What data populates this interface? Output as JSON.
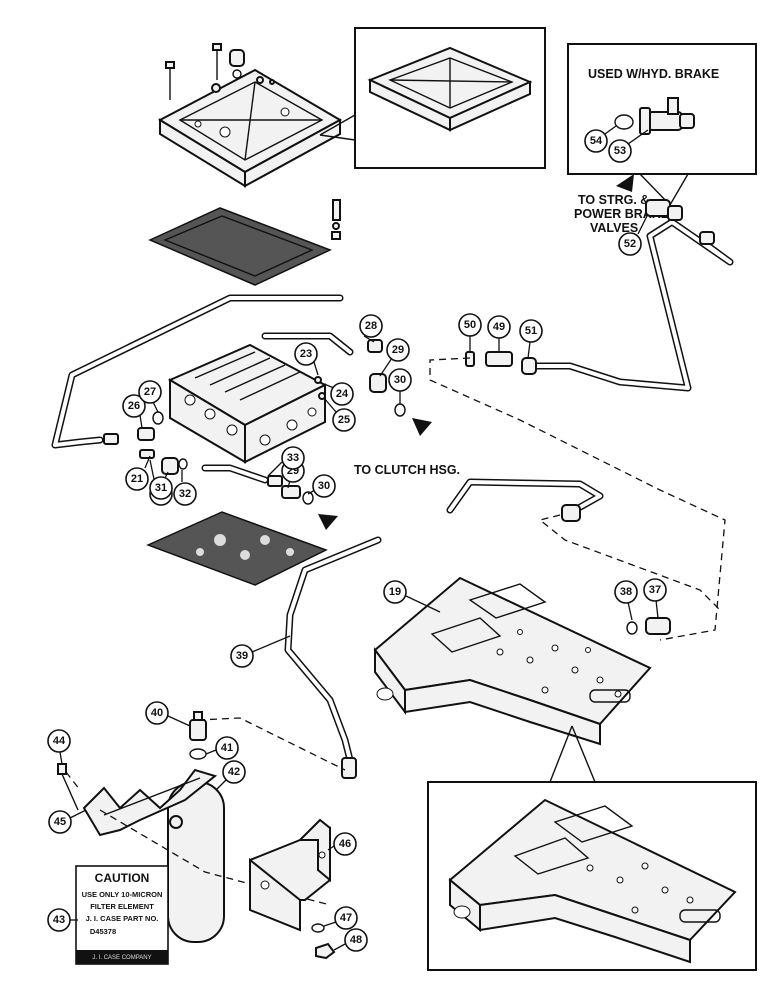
{
  "labels": {
    "hyd_brake": "USED W/HYD. BRAKE",
    "strg_line1": "TO STRG. &",
    "strg_line2": "POWER BRAKE",
    "strg_line3": "VALVES",
    "clutch": "TO CLUTCH HSG."
  },
  "caution": {
    "title": "CAUTION",
    "line1": "USE ONLY 10-MICRON",
    "line2": "FILTER ELEMENT",
    "line3": "J. I. CASE PART NO.",
    "line4": "D45378",
    "footer": "J. I. CASE COMPANY"
  },
  "callouts": {
    "c19": "19",
    "c21": "21",
    "c22": "22",
    "c23": "23",
    "c24": "24",
    "c25": "25",
    "c26": "26",
    "c27": "27",
    "c28": "28",
    "c29a": "29",
    "c29b": "29",
    "c30a": "30",
    "c30b": "30",
    "c31": "31",
    "c32": "32",
    "c33": "33",
    "c37": "37",
    "c38": "38",
    "c39": "39",
    "c40": "40",
    "c41": "41",
    "c42": "42",
    "c43": "43",
    "c44": "44",
    "c45": "45",
    "c46": "46",
    "c47": "47",
    "c48": "48",
    "c49": "49",
    "c50": "50",
    "c51": "51",
    "c52": "52",
    "c53": "53",
    "c54": "54"
  }
}
